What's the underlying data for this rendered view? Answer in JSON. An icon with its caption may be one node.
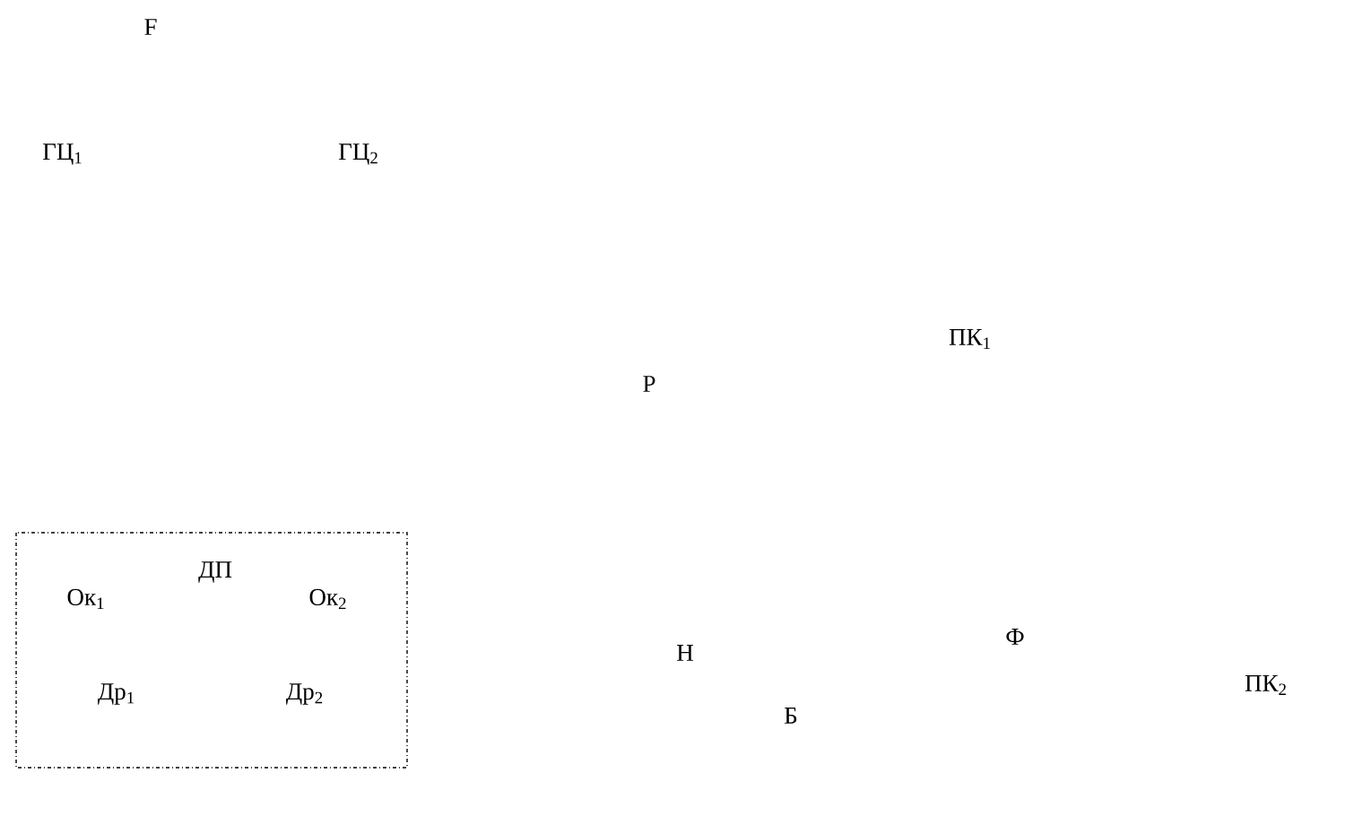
{
  "diagram": {
    "nodes": [
      {
        "text": [
          "ДП"
        ]
      }
    ],
    "labels": [
      "F",
      "ГЦ$_{1}$",
      "ГЦ$_{2}$",
      "ПК$_{1}$",
      "Р",
      "Ок$_{1}$",
      "Ок$_{2}$",
      "Ф",
      "Н",
      "ПК$_{2}$",
      "Др$_{1}$",
      "Др$_{2}$",
      "Б"
    ]
  }
}
